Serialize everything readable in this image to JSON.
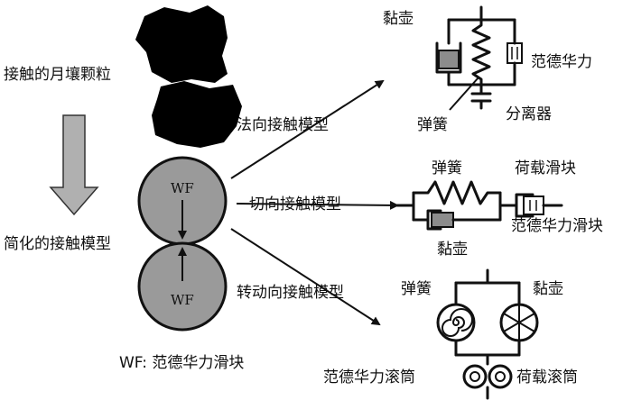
{
  "labels": {
    "contact_particles": "接触的月壤颗粒",
    "simplified_model": "简化的接触模型",
    "wf_top": "WF",
    "wf_bottom": "WF",
    "wf_legend": "WF: 范德华力滑块",
    "normal_model": "法向接触模型",
    "tangential_model": "切向接触模型",
    "rotational_model": "转动向接触模型"
  },
  "normal_component": {
    "dashpot": "黏壶",
    "vdw": "范德华力",
    "spring": "弹簧",
    "separator": "分离器"
  },
  "tangential_component": {
    "spring": "弹簧",
    "load_slider": "荷载滑块",
    "vdw_slider": "范德华力滑块",
    "dashpot": "黏壶"
  },
  "rotational_component": {
    "spring": "弹簧",
    "dashpot": "黏壶",
    "vdw_roller": "范德华力滚筒",
    "load_roller": "荷载滚筒"
  },
  "colors": {
    "ink": "#111111",
    "ball_fill": "#9a9a9a",
    "dashpot_fill": "#8c8c8c",
    "arrow_fill": "#b0b0b0"
  }
}
